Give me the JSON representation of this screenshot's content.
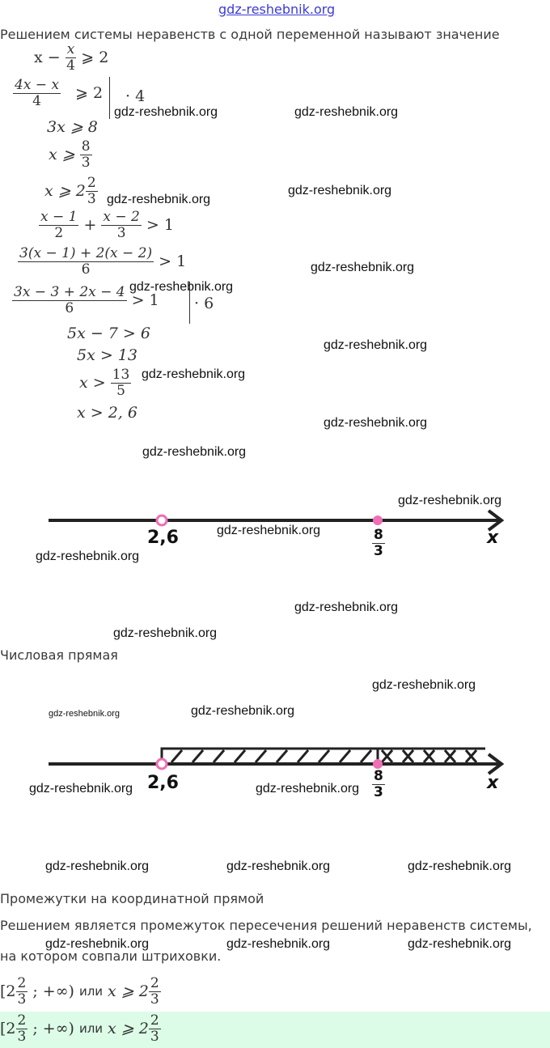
{
  "watermark": "gdz-reshebnik.org",
  "intro": "Решением системы неравенств с одной переменной называют значение",
  "eq": {
    "l1": {
      "a": "x −",
      "fn": "x",
      "fd": "4",
      "op": "⩾ 2"
    },
    "l2": {
      "fn": "4x − x",
      "fd": "4",
      "op": "⩾ 2",
      "mul": "· 4"
    },
    "l3": "3x  ⩾  8",
    "l4": {
      "a": "x  ⩾",
      "fn": "8",
      "fd": "3"
    },
    "l5": {
      "a": "x  ⩾  2",
      "fn": "2",
      "fd": "3"
    },
    "l6": {
      "f1n": "x − 1",
      "f1d": "2",
      "plus": "+",
      "f2n": "x − 2",
      "f2d": "3",
      "op": "> 1"
    },
    "l7": {
      "fn": "3(x − 1) + 2(x − 2)",
      "fd": "6",
      "op": "> 1"
    },
    "l8": {
      "fn": "3x − 3 + 2x − 4",
      "fd": "6",
      "op": "> 1",
      "mul": "· 6"
    },
    "l9": "5x − 7  >  6",
    "l10": "5x  >  13",
    "l11": {
      "a": "x  >",
      "fn": "13",
      "fd": "5"
    },
    "l12": "x  >  2, 6"
  },
  "numline": {
    "p1": "2,6",
    "p2n": "8",
    "p2d": "3",
    "axis": "x",
    "color_point": "#f06eb4"
  },
  "caption1": "Числовая прямая",
  "caption2": "Промежутки на координатной прямой",
  "para1": "Решением является промежуток пересечения решений неравенств системы,",
  "para2": "на котором совпали штриховки.",
  "answer": {
    "pre": "[2",
    "fn": "2",
    "fd": "3",
    "mid": "; +∞) ",
    "or": "или",
    "x": "x  ⩾  2",
    "fn2": "2",
    "fd2": "3"
  },
  "colors": {
    "highlight": "#dcfce7"
  }
}
